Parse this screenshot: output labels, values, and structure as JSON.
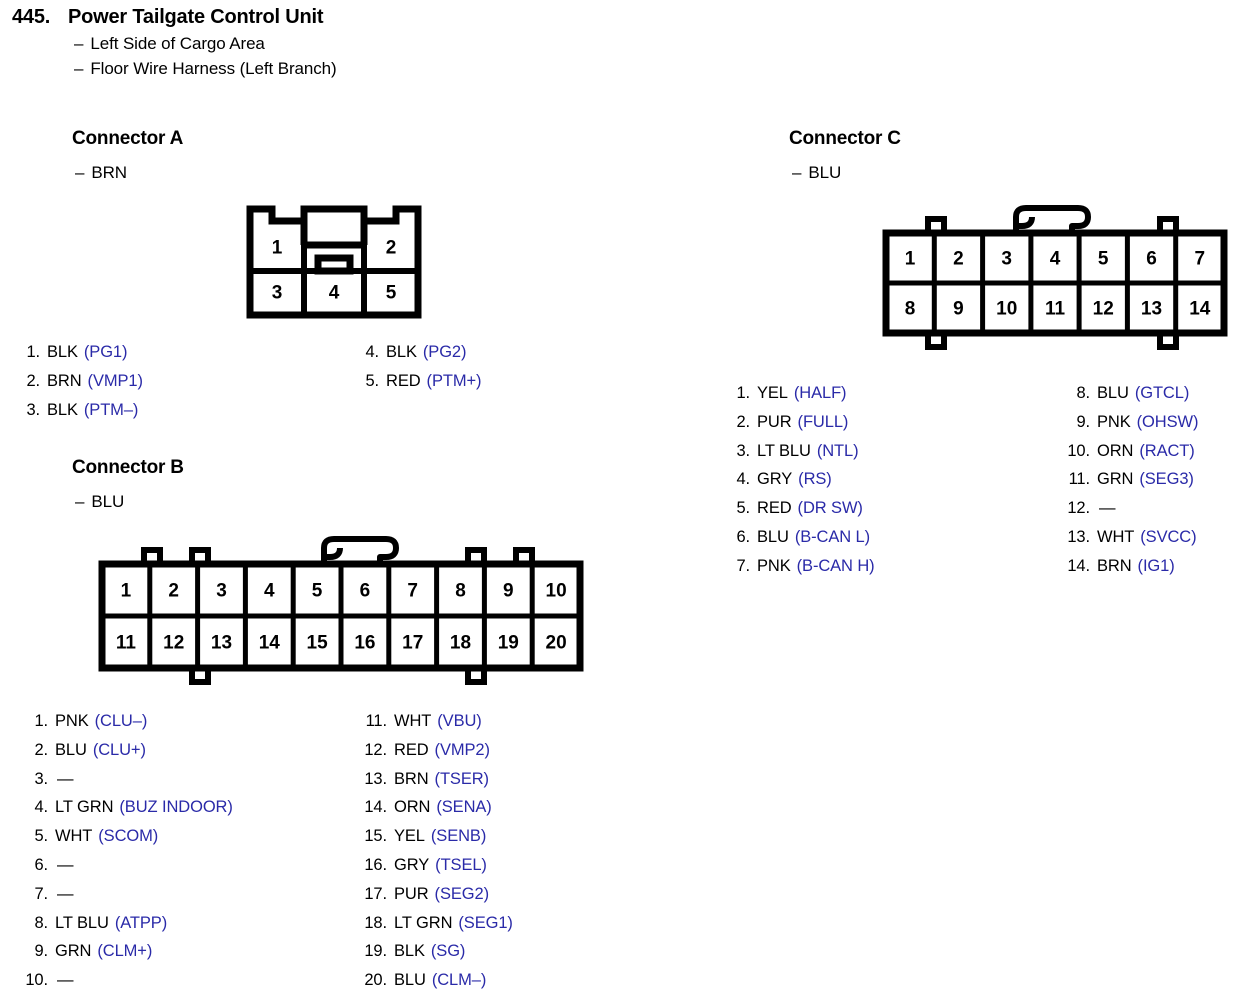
{
  "header": {
    "number": "445.",
    "title": "Power Tailgate Control Unit",
    "dash": "–",
    "sub1": "Left Side of Cargo Area",
    "sub2": "Floor Wire Harness (Left Branch)"
  },
  "colors": {
    "signal_blue": "#2a2aa8",
    "text_black": "#000000",
    "background": "#ffffff"
  },
  "connectors": [
    {
      "id": "a",
      "title": "Connector A",
      "wire_color": "BRN",
      "dash": "–",
      "layout": {
        "type": "5-pin-stepped",
        "top_pins": [
          1,
          2
        ],
        "bottom_pins": [
          3,
          4,
          5
        ]
      },
      "cells": [
        {
          "label": "1"
        },
        {
          "label": "2"
        },
        {
          "label": "3"
        },
        {
          "label": "4"
        },
        {
          "label": "5"
        }
      ],
      "pins_left": [
        {
          "idx": "1.",
          "wire": "BLK",
          "signal": "(PG1)"
        },
        {
          "idx": "2.",
          "wire": "BRN",
          "signal": "(VMP1)"
        },
        {
          "idx": "3.",
          "wire": "BLK",
          "signal": "(PTM–)"
        }
      ],
      "pins_right": [
        {
          "idx": "4.",
          "wire": "BLK",
          "signal": "(PG2)"
        },
        {
          "idx": "5.",
          "wire": "RED",
          "signal": "(PTM+)"
        }
      ]
    },
    {
      "id": "b",
      "title": "Connector B",
      "wire_color": "BLU",
      "dash": "–",
      "layout": {
        "type": "grid",
        "columns": 10,
        "rows": 2,
        "pin_count": 20
      },
      "cells": [
        {
          "label": "1"
        },
        {
          "label": "2"
        },
        {
          "label": "3"
        },
        {
          "label": "4"
        },
        {
          "label": "5"
        },
        {
          "label": "6"
        },
        {
          "label": "7"
        },
        {
          "label": "8"
        },
        {
          "label": "9"
        },
        {
          "label": "10"
        },
        {
          "label": "11"
        },
        {
          "label": "12"
        },
        {
          "label": "13"
        },
        {
          "label": "14"
        },
        {
          "label": "15"
        },
        {
          "label": "16"
        },
        {
          "label": "17"
        },
        {
          "label": "18"
        },
        {
          "label": "19"
        },
        {
          "label": "20"
        }
      ],
      "pins_left": [
        {
          "idx": "1.",
          "wire": "PNK",
          "signal": "(CLU–)"
        },
        {
          "idx": "2.",
          "wire": "BLU",
          "signal": "(CLU+)"
        },
        {
          "idx": "3.",
          "wire": "—",
          "signal": ""
        },
        {
          "idx": "4.",
          "wire": "LT GRN",
          "signal": "(BUZ INDOOR)"
        },
        {
          "idx": "5.",
          "wire": "WHT",
          "signal": "(SCOM)"
        },
        {
          "idx": "6.",
          "wire": "—",
          "signal": ""
        },
        {
          "idx": "7.",
          "wire": "—",
          "signal": ""
        },
        {
          "idx": "8.",
          "wire": "LT BLU",
          "signal": "(ATPP)"
        },
        {
          "idx": "9.",
          "wire": "GRN",
          "signal": "(CLM+)"
        },
        {
          "idx": "10.",
          "wire": "—",
          "signal": ""
        }
      ],
      "pins_right": [
        {
          "idx": "11.",
          "wire": "WHT",
          "signal": "(VBU)"
        },
        {
          "idx": "12.",
          "wire": "RED",
          "signal": "(VMP2)"
        },
        {
          "idx": "13.",
          "wire": "BRN",
          "signal": "(TSER)"
        },
        {
          "idx": "14.",
          "wire": "ORN",
          "signal": "(SENA)"
        },
        {
          "idx": "15.",
          "wire": "YEL",
          "signal": "(SENB)"
        },
        {
          "idx": "16.",
          "wire": "GRY",
          "signal": "(TSEL)"
        },
        {
          "idx": "17.",
          "wire": "PUR",
          "signal": "(SEG2)"
        },
        {
          "idx": "18.",
          "wire": "LT GRN",
          "signal": "(SEG1)"
        },
        {
          "idx": "19.",
          "wire": "BLK",
          "signal": "(SG)"
        },
        {
          "idx": "20.",
          "wire": "BLU",
          "signal": "(CLM–)"
        }
      ]
    },
    {
      "id": "c",
      "title": "Connector C",
      "wire_color": "BLU",
      "dash": "–",
      "layout": {
        "type": "grid",
        "columns": 7,
        "rows": 2,
        "pin_count": 14
      },
      "cells": [
        {
          "label": "1"
        },
        {
          "label": "2"
        },
        {
          "label": "3"
        },
        {
          "label": "4"
        },
        {
          "label": "5"
        },
        {
          "label": "6"
        },
        {
          "label": "7"
        },
        {
          "label": "8"
        },
        {
          "label": "9"
        },
        {
          "label": "10"
        },
        {
          "label": "11"
        },
        {
          "label": "12"
        },
        {
          "label": "13"
        },
        {
          "label": "14"
        }
      ],
      "pins_left": [
        {
          "idx": "1.",
          "wire": "YEL",
          "signal": "(HALF)"
        },
        {
          "idx": "2.",
          "wire": "PUR",
          "signal": "(FULL)"
        },
        {
          "idx": "3.",
          "wire": "LT BLU",
          "signal": "(NTL)"
        },
        {
          "idx": "4.",
          "wire": "GRY",
          "signal": "(RS)"
        },
        {
          "idx": "5.",
          "wire": "RED",
          "signal": "(DR SW)"
        },
        {
          "idx": "6.",
          "wire": "BLU",
          "signal": "(B-CAN L)"
        },
        {
          "idx": "7.",
          "wire": "PNK",
          "signal": "(B-CAN H)"
        }
      ],
      "pins_right": [
        {
          "idx": "8.",
          "wire": "BLU",
          "signal": "(GTCL)"
        },
        {
          "idx": "9.",
          "wire": "PNK",
          "signal": "(OHSW)"
        },
        {
          "idx": "10.",
          "wire": "ORN",
          "signal": "(RACT)"
        },
        {
          "idx": "11.",
          "wire": "GRN",
          "signal": "(SEG3)"
        },
        {
          "idx": "12.",
          "wire": "—",
          "signal": ""
        },
        {
          "idx": "13.",
          "wire": "WHT",
          "signal": "(SVCC)"
        },
        {
          "idx": "14.",
          "wire": "BRN",
          "signal": "(IG1)"
        }
      ]
    }
  ]
}
